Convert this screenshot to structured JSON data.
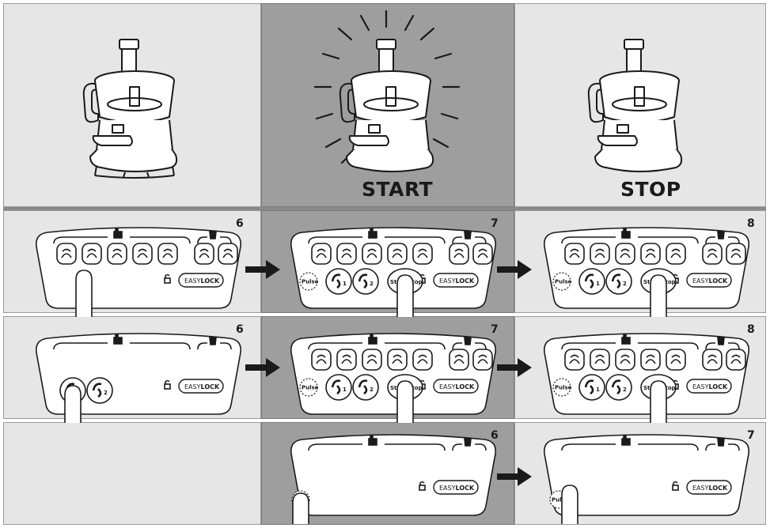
{
  "top_row": {
    "start_label": "START",
    "stop_label": "STOP"
  },
  "steps": {
    "row1": [
      "6",
      "7",
      "8"
    ],
    "row2": [
      "6",
      "7",
      "8"
    ],
    "row3": [
      "6",
      "7"
    ]
  },
  "panel": {
    "pulse_label": "Pulse",
    "speed1": "1",
    "speed2": "2",
    "start_stop_label": "Start/Stop",
    "easylock_light": "EASY",
    "easylock_bold": "LOCK"
  },
  "icons": {
    "program_icons": [
      "dough-icon",
      "chopping-icon",
      "grating-icon",
      "whisk-icon",
      "slicing-icon",
      "blend-icon",
      "smoothie-icon"
    ],
    "group_icons": [
      "bowl-icon",
      "blender-jar-icon"
    ],
    "lock": "padlock-icon",
    "speed": "blade-icon"
  },
  "colors": {
    "light_cell": "#e6e6e6",
    "dark_cell": "#9e9e9e",
    "ink": "#1a1a1a"
  }
}
